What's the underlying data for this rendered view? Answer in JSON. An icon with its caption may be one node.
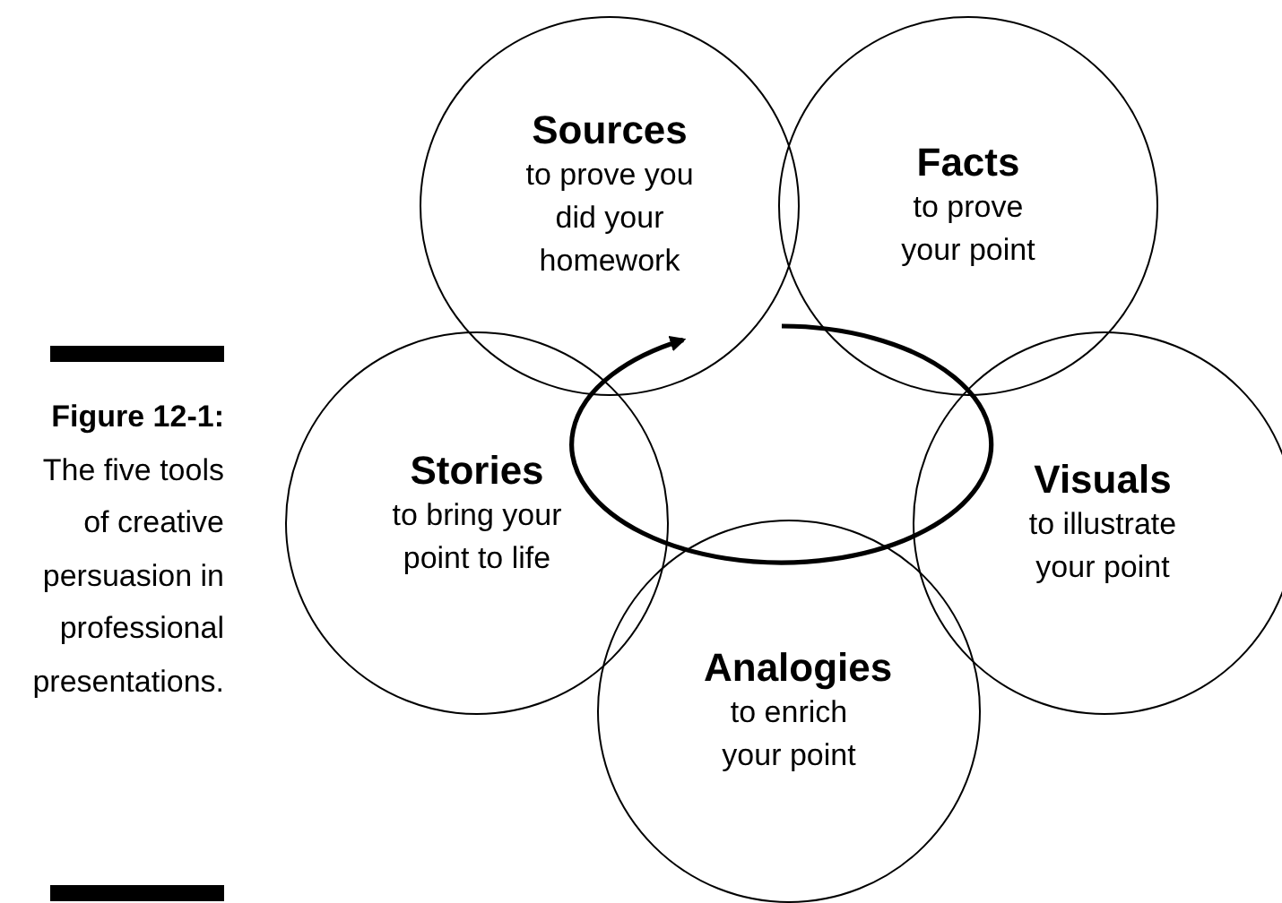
{
  "diagram": {
    "caption": "**Figure 12-1:** The five tools of creative persuasion in professional presentations.",
    "nodes": [
      {
        "text": [
          "Sources",
          "to prove you did your homework"
        ]
      },
      {
        "text": [
          "Facts",
          "to prove your point"
        ]
      },
      {
        "text": [
          "Stories",
          "to bring your point to life"
        ]
      },
      {
        "text": [
          "Visuals",
          "to illustrate your point"
        ]
      },
      {
        "text": [
          "Analogies",
          "to enrich your point"
        ]
      }
    ],
    "edges": []
  }
}
